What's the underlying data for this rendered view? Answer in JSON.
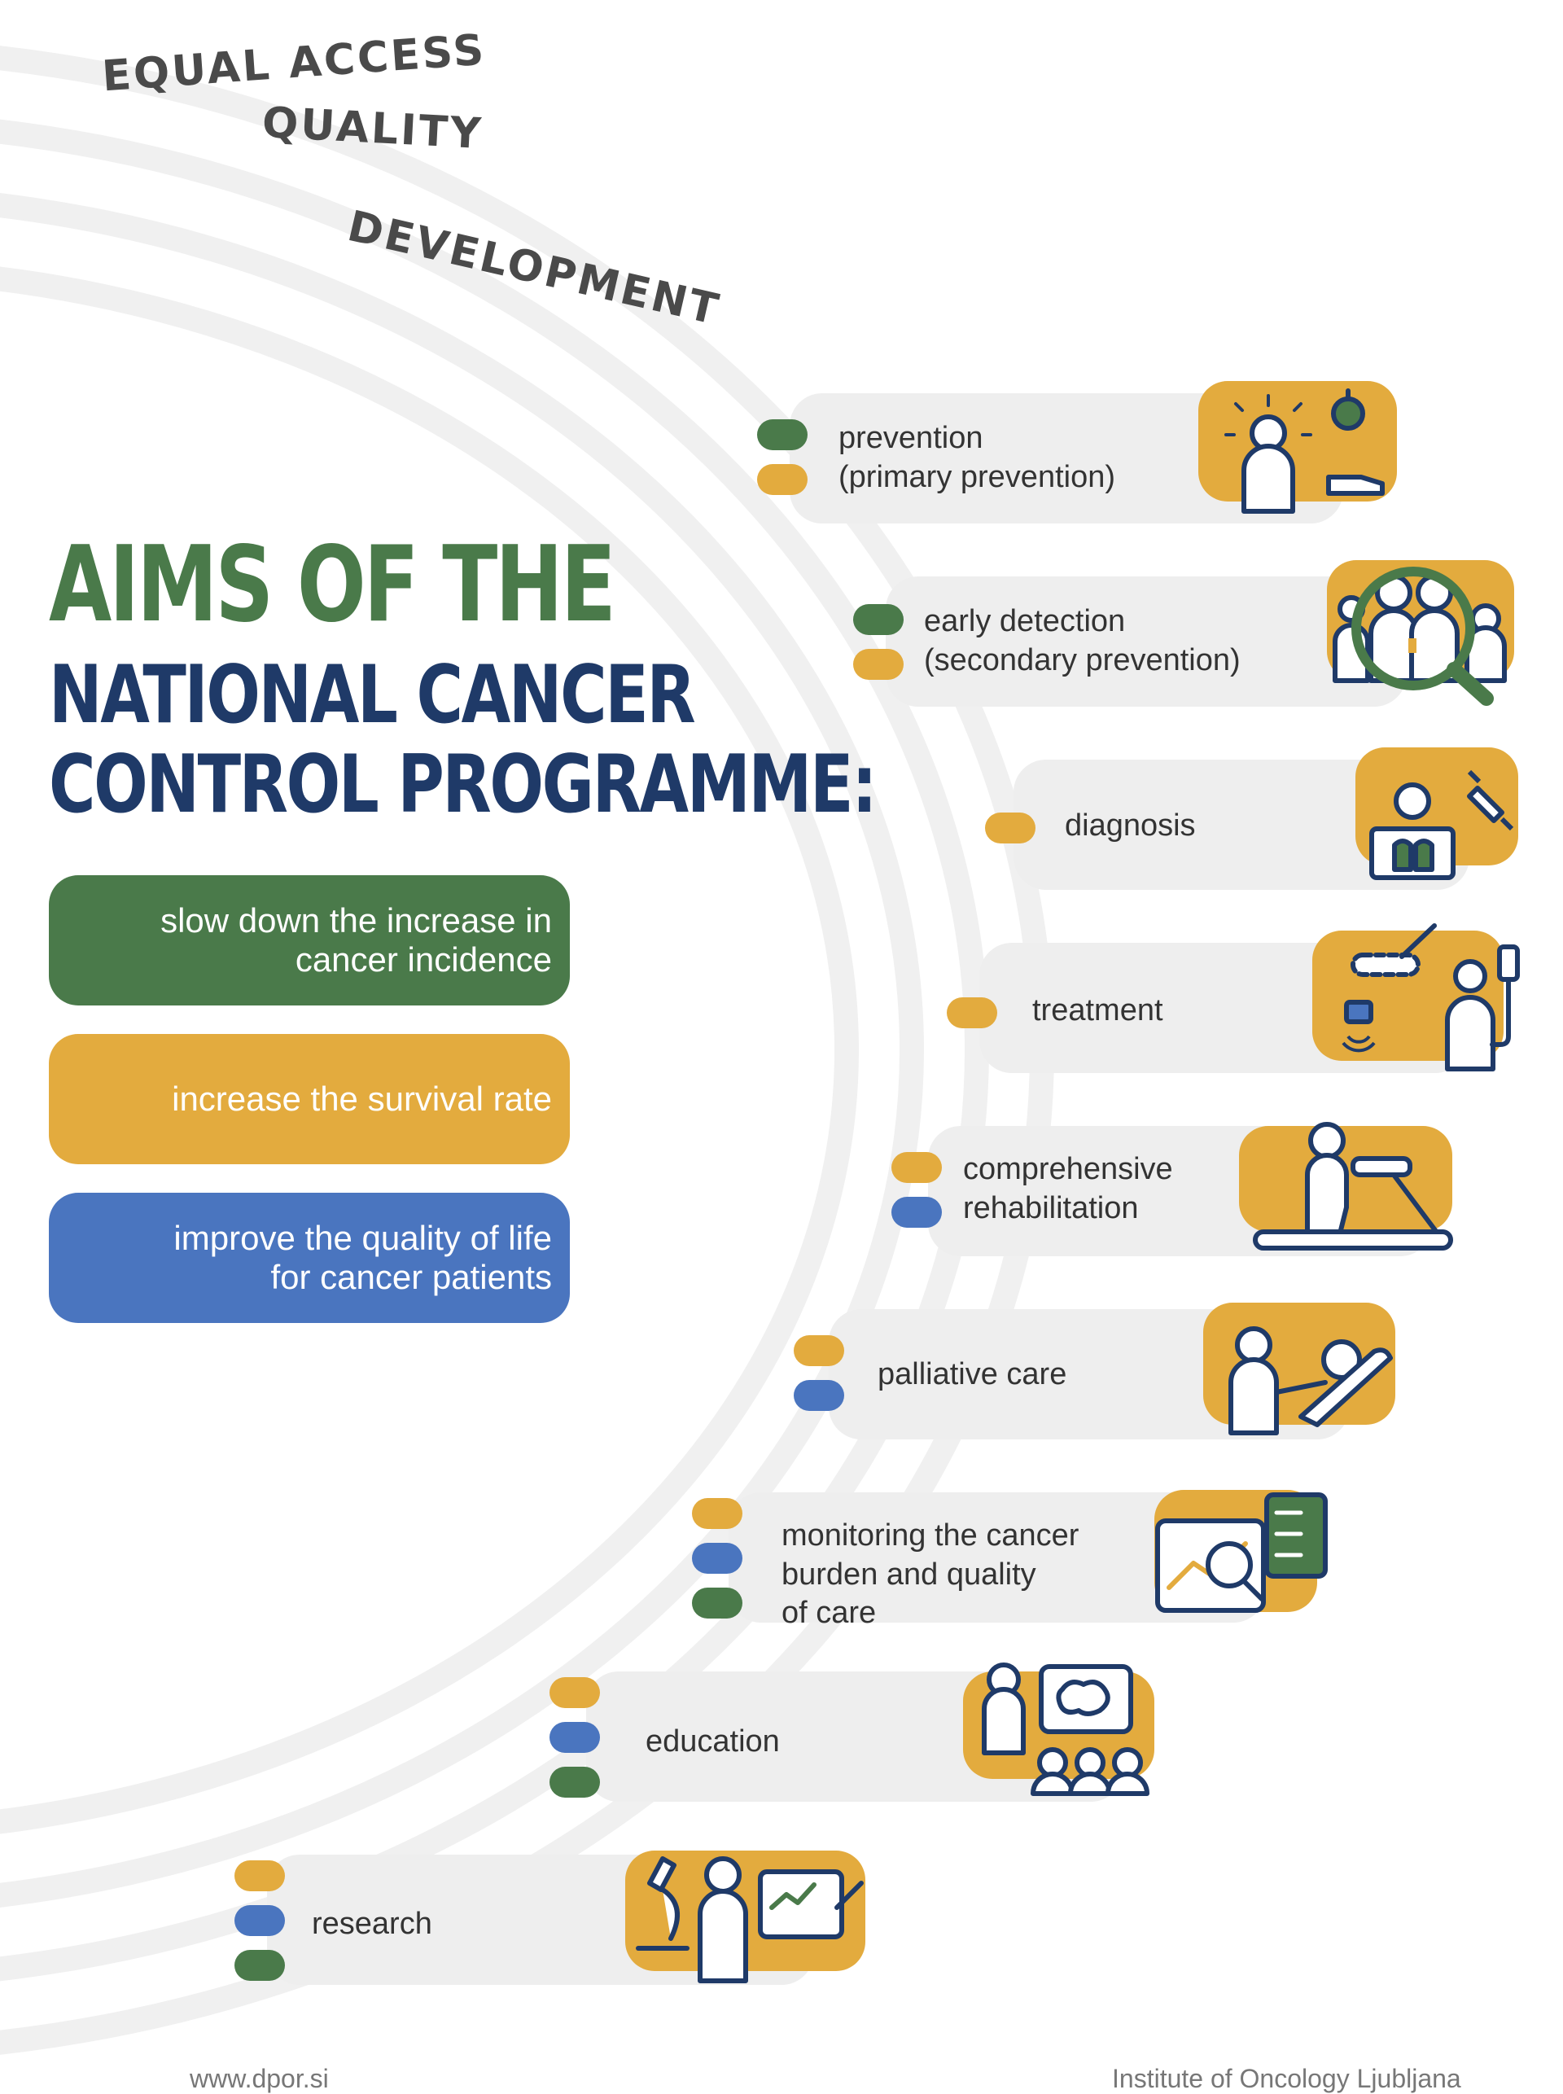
{
  "values_words": [
    "EQUAL ACCESS",
    "QUALITY",
    "DEVELOPMENT"
  ],
  "title": {
    "line1": "AIMS OF THE",
    "line2": "NATIONAL CANCER",
    "line3": "CONTROL PROGRAMME:"
  },
  "aims": [
    {
      "lines": [
        "slow down the increase in",
        "cancer incidence"
      ],
      "color": "#4a7a4a"
    },
    {
      "lines": [
        "increase the survival rate"
      ],
      "color": "#e3ab3e"
    },
    {
      "lines": [
        "improve the quality of life",
        "for cancer patients"
      ],
      "color": "#4a75bf"
    }
  ],
  "colors": {
    "green": "#4a7a4a",
    "yellow": "#e3ab3e",
    "blue": "#4a75bf",
    "navy": "#1f3a68",
    "bar": "#eeeeee"
  },
  "steps": [
    {
      "lines": [
        "prevention",
        "(primary prevention)"
      ],
      "pills": [
        "green",
        "yellow"
      ],
      "icon": "person-apple-shoe-icon"
    },
    {
      "lines": [
        "early detection",
        "(secondary prevention)"
      ],
      "pills": [
        "green",
        "yellow"
      ],
      "icon": "magnifier-people-icon"
    },
    {
      "lines": [
        "diagnosis"
      ],
      "pills": [
        "yellow"
      ],
      "icon": "xray-syringe-icon"
    },
    {
      "lines": [
        "treatment"
      ],
      "pills": [
        "yellow"
      ],
      "icon": "surgery-radiation-infusion-icon"
    },
    {
      "lines": [
        "comprehensive",
        "rehabilitation"
      ],
      "pills": [
        "yellow",
        "blue"
      ],
      "icon": "treadmill-icon"
    },
    {
      "lines": [
        "palliative care"
      ],
      "pills": [
        "yellow",
        "blue"
      ],
      "icon": "caregiver-bed-icon"
    },
    {
      "lines": [
        "monitoring the cancer",
        "burden and quality",
        "of care"
      ],
      "pills": [
        "yellow",
        "blue",
        "green"
      ],
      "icon": "chart-checklist-icon"
    },
    {
      "lines": [
        "education"
      ],
      "pills": [
        "yellow",
        "blue",
        "green"
      ],
      "icon": "teacher-audience-icon"
    },
    {
      "lines": [
        "research"
      ],
      "pills": [
        "yellow",
        "blue",
        "green"
      ],
      "icon": "microscope-researcher-icon"
    }
  ],
  "footer": {
    "left": "www.dpor.si",
    "right": "Institute of Oncology Ljubljana"
  }
}
